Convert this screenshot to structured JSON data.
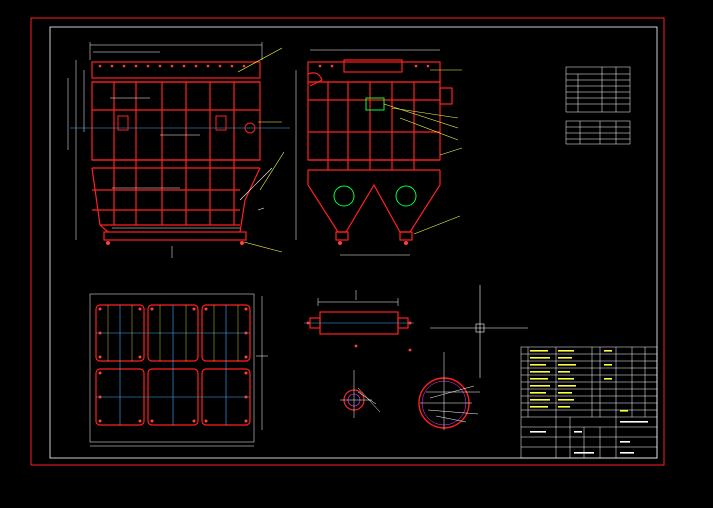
{
  "drawing": {
    "background": "#000000",
    "colors": {
      "outer_border": "#ff2020",
      "inner_border": "#ffffff",
      "structure": "#ff2020",
      "dimension": "#ffffff",
      "centerline": "#3fb0ff",
      "leader": "#ffff40",
      "highlight": "#00ff40",
      "detail": "#ff40ff"
    },
    "icons": [
      "front-elevation-drawing",
      "side-elevation-drawing",
      "plan-view-drawing",
      "nozzle-detail-drawing",
      "flange-detail-drawing",
      "manhole-detail-drawing",
      "crosshair-symbol",
      "parts-list-table",
      "title-block-table"
    ],
    "parts_table_title": "",
    "title_block_text": []
  }
}
